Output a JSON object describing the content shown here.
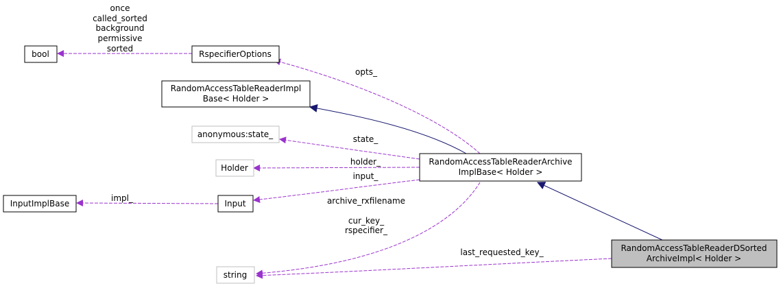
{
  "colors": {
    "usage_edge": "#9a32cd",
    "inheritance_edge": "#191970",
    "focus_fill": "#bfbfbf",
    "external_border": "#bfbfbf"
  },
  "nodes": {
    "bool": "bool",
    "rspecifier_options": "RspecifierOptions",
    "impl_base": [
      "RandomAccessTableReaderImpl",
      "Base< Holder >"
    ],
    "anon_state": "anonymous:state_",
    "holder": "Holder",
    "input_impl_base": "InputImplBase",
    "input": "Input",
    "string": "string",
    "archive_impl_base": [
      "RandomAccessTableReaderArchive",
      "ImplBase< Holder >"
    ],
    "dsorted": [
      "RandomAccessTableReaderDSorted",
      "ArchiveImpl< Holder >"
    ]
  },
  "edge_labels": {
    "bool_members": [
      "once",
      "called_sorted",
      "background",
      "permissive",
      "sorted"
    ],
    "opts": "opts_",
    "state": "state_",
    "holder": "holder_",
    "input": "input_",
    "impl": "impl_",
    "string_members": [
      "archive_rxfilename",
      "cur_key_",
      "rspecifier_"
    ],
    "last_requested_key": "last_requested_key_"
  }
}
